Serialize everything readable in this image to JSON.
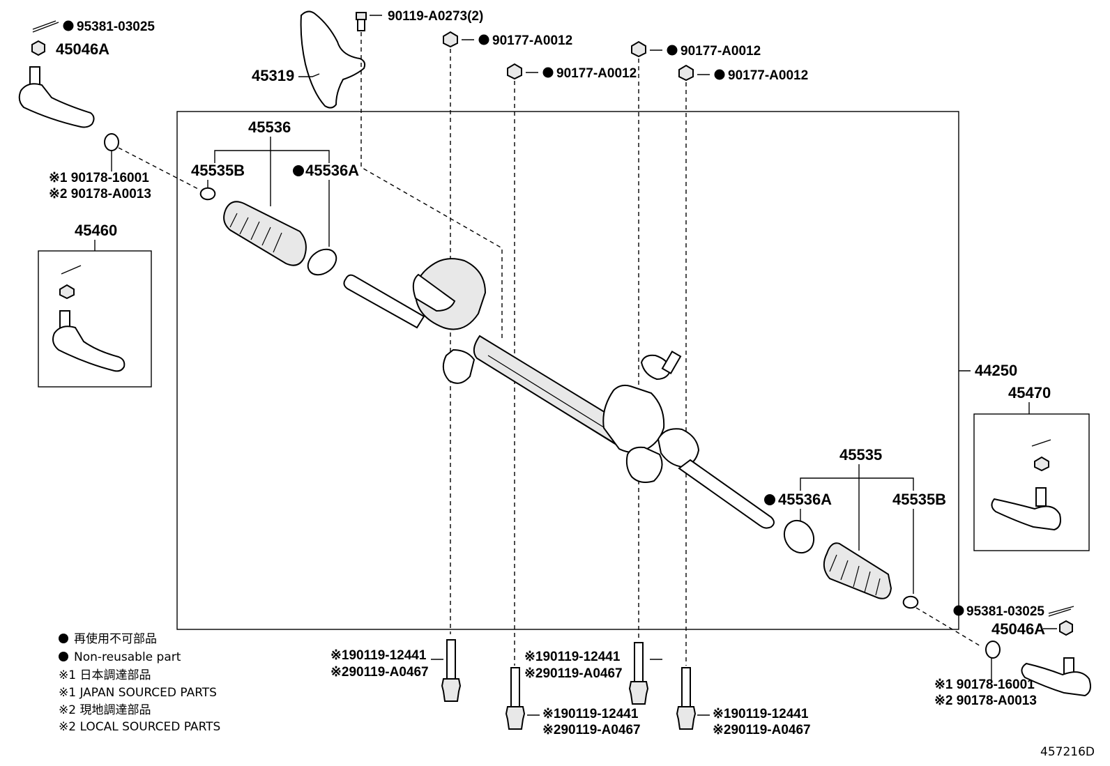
{
  "diagram_id": "457216D",
  "assembly": {
    "number": "44250"
  },
  "boxes": {
    "left_tie_rod_kit": "45460",
    "right_tie_rod_kit": "45470"
  },
  "labels": {
    "cotter_pin_left": "95381-03025",
    "nut_left": "45046A",
    "bracket": "45319",
    "bolt_top": "90119-A0273(2)",
    "nut_a": "90177-A0012",
    "nut_b": "90177-A0012",
    "nut_c": "90177-A0012",
    "nut_d": "90177-A0012",
    "bushing_left_1": "※1 90178-16001",
    "bushing_left_2": "※2 90178-A0013",
    "boot_kit_left": "45536",
    "clip_left": "45535B",
    "clamp_left": "45536A",
    "boot_kit_right": "45535",
    "clamp_right": "45536A",
    "clip_right": "45535B",
    "cotter_pin_right": "95381-03025",
    "nut_right": "45046A",
    "bushing_right_1": "※1 90178-16001",
    "bushing_right_2": "※2 90178-A0013",
    "bolt1_1": "※190119-12441",
    "bolt1_2": "※290119-A0467",
    "bolt2_1": "※190119-12441",
    "bolt2_2": "※290119-A0467",
    "bolt3_1": "※190119-12441",
    "bolt3_2": "※290119-A0467",
    "bolt4_1": "※190119-12441",
    "bolt4_2": "※290119-A0467"
  },
  "legend": {
    "non_reusable_jp": "再使用不可部品",
    "non_reusable_en": "Non-reusable part",
    "jp_sourced_jp": "※1 日本調達部品",
    "jp_sourced_en": "※1 JAPAN SOURCED PARTS",
    "local_sourced_jp": "※2 現地調達部品",
    "local_sourced_en": "※2 LOCAL SOURCED PARTS"
  }
}
